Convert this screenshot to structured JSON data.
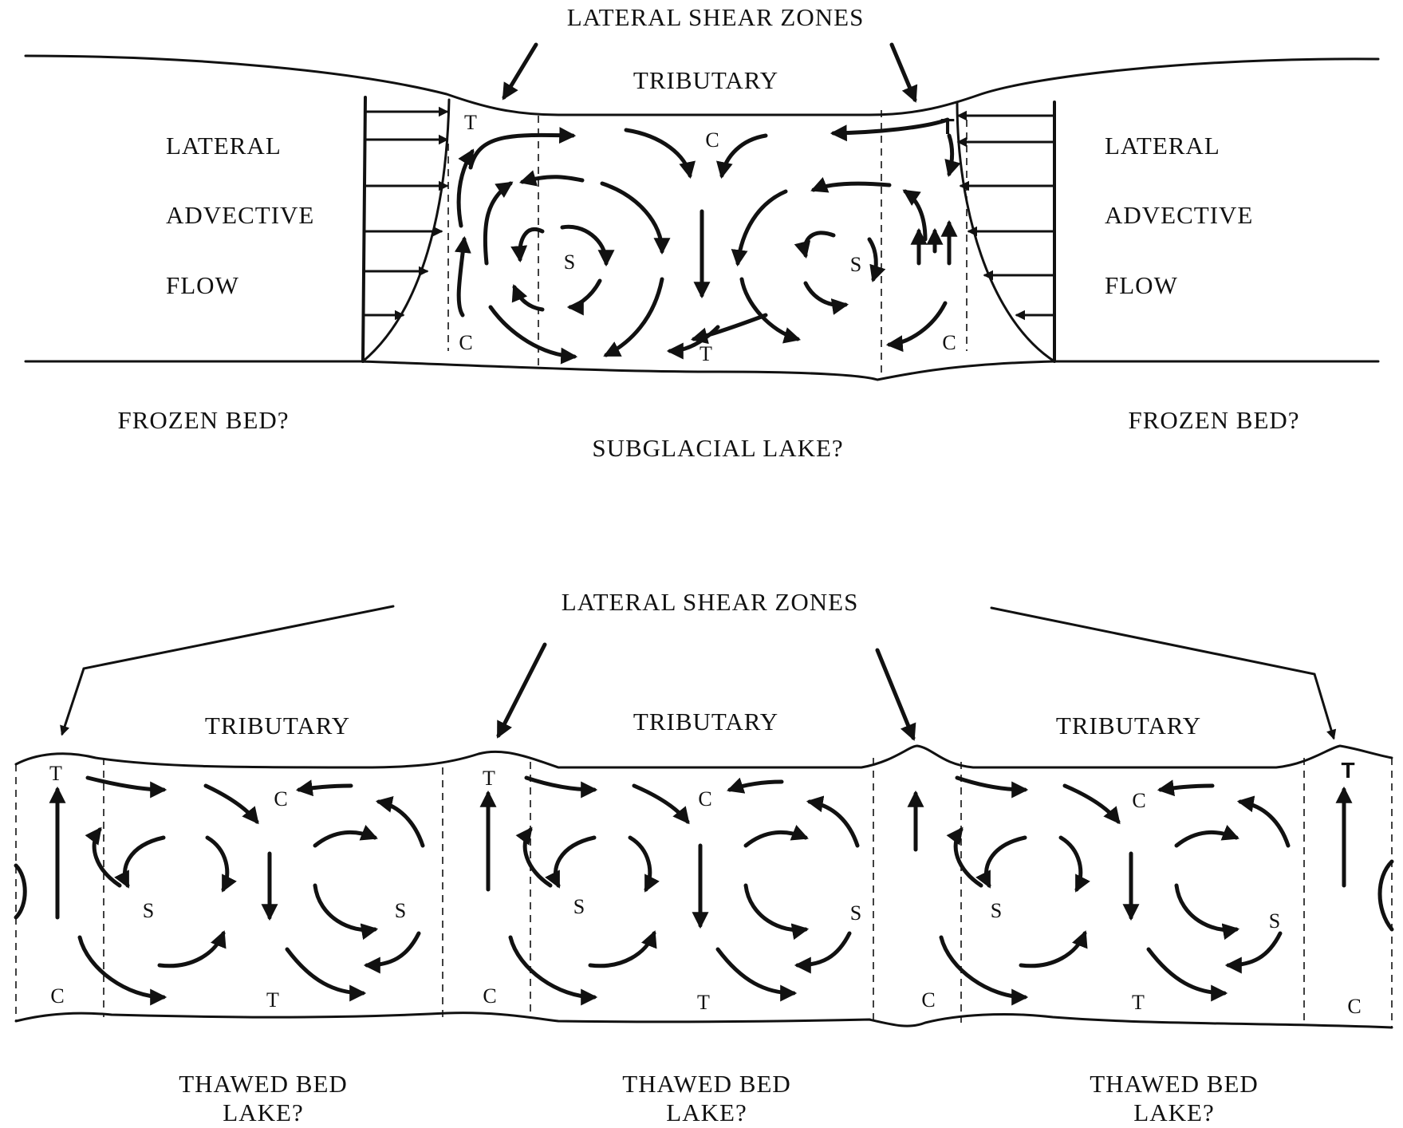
{
  "top": {
    "shear_label": "LATERAL SHEAR ZONES",
    "tributary": "TRIBUTARY",
    "left_lines": [
      "LATERAL",
      "ADVECTIVE",
      "FLOW"
    ],
    "right_lines": [
      "LATERAL",
      "ADVECTIVE",
      "FLOW"
    ],
    "frozen_left": "FROZEN BED?",
    "frozen_right": "FROZEN BED?",
    "lake": "SUBGLACIAL LAKE?",
    "marks": {
      "t": "T",
      "c": "C",
      "s": "S"
    }
  },
  "bottom": {
    "shear_label": "LATERAL SHEAR ZONES",
    "tributaries": [
      "TRIBUTARY",
      "TRIBUTARY",
      "TRIBUTARY"
    ],
    "thawed": [
      {
        "line1": "THAWED BED",
        "line2": "LAKE?"
      },
      {
        "line1": "THAWED BED",
        "line2": "LAKE?"
      },
      {
        "line1": "THAWED BED",
        "line2": "LAKE?"
      }
    ],
    "marks": {
      "t": "T",
      "c": "C",
      "s": "S"
    }
  }
}
